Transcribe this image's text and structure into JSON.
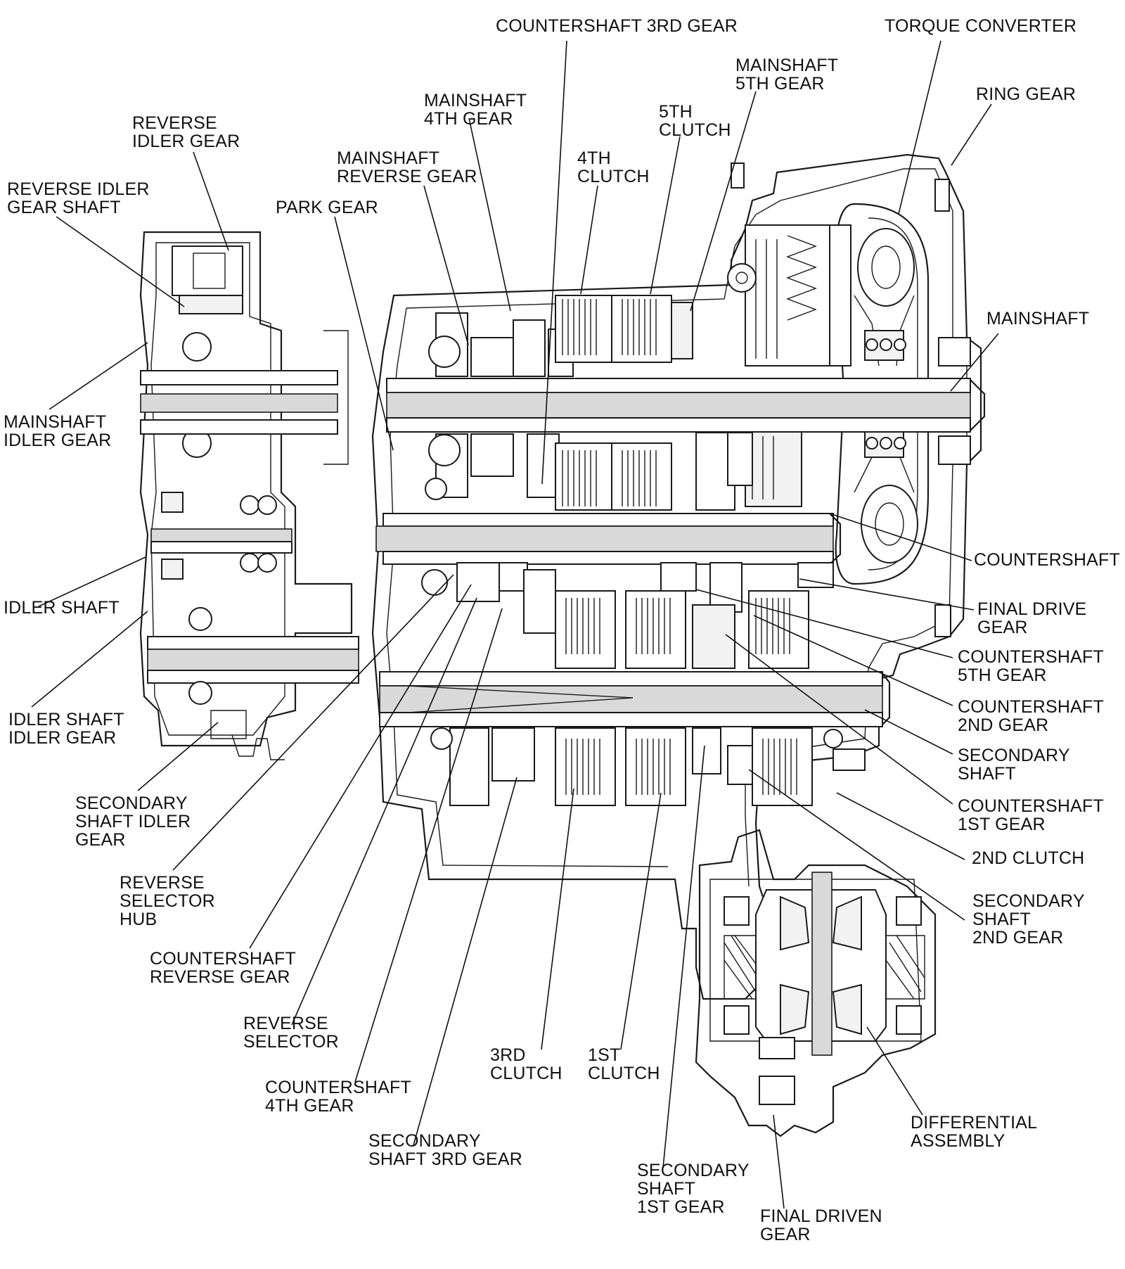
{
  "diagram": {
    "labels": {
      "countershaft_3rd_gear": "COUNTERSHAFT 3RD GEAR",
      "torque_converter": "TORQUE CONVERTER",
      "mainshaft_5th_gear": "MAINSHAFT\n5TH GEAR",
      "ring_gear": "RING GEAR",
      "mainshaft_4th_gear": "MAINSHAFT\n4TH GEAR",
      "fifth_clutch": "5TH\nCLUTCH",
      "reverse_idler_gear": "REVERSE\nIDLER GEAR",
      "fourth_clutch": "4TH\nCLUTCH",
      "mainshaft_reverse_gear": "MAINSHAFT\nREVERSE GEAR",
      "reverse_idler_gear_shaft": "REVERSE IDLER\nGEAR SHAFT",
      "park_gear": "PARK GEAR",
      "mainshaft": "MAINSHAFT",
      "mainshaft_idler_gear": "MAINSHAFT\nIDLER GEAR",
      "countershaft": "COUNTERSHAFT",
      "idler_shaft": "IDLER SHAFT",
      "final_drive_gear": "FINAL DRIVE\nGEAR",
      "countershaft_5th_gear": "COUNTERSHAFT\n5TH GEAR",
      "idler_shaft_idler_gear": "IDLER SHAFT\nIDLER GEAR",
      "countershaft_2nd_gear": "COUNTERSHAFT\n2ND GEAR",
      "secondary_shaft": "SECONDARY\nSHAFT",
      "secondary_shaft_idler_gear": "SECONDARY\nSHAFT IDLER\nGEAR",
      "countershaft_1st_gear": "COUNTERSHAFT\n1ST GEAR",
      "second_clutch": "2ND CLUTCH",
      "reverse_selector_hub": "REVERSE\nSELECTOR\nHUB",
      "secondary_shaft_2nd_gear": "SECONDARY\nSHAFT\n2ND GEAR",
      "countershaft_reverse_gear": "COUNTERSHAFT\nREVERSE GEAR",
      "reverse_selector": "REVERSE\nSELECTOR",
      "third_clutch": "3RD\nCLUTCH",
      "first_clutch": "1ST\nCLUTCH",
      "countershaft_4th_gear": "COUNTERSHAFT\n4TH GEAR",
      "differential_assembly": "DIFFERENTIAL\nASSEMBLY",
      "secondary_shaft_3rd_gear": "SECONDARY\nSHAFT 3RD GEAR",
      "secondary_shaft_1st_gear": "SECONDARY\nSHAFT\n1ST GEAR",
      "final_driven_gear": "FINAL DRIVEN\nGEAR"
    }
  }
}
